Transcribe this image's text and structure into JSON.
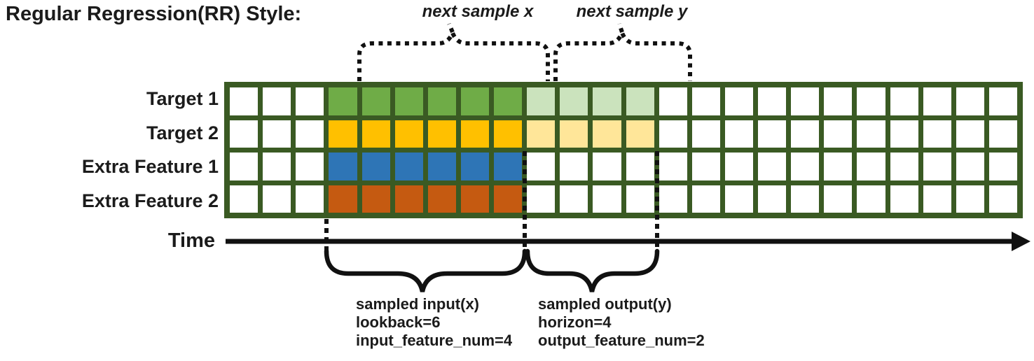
{
  "title": "Regular Regression(RR) Style:",
  "colors": {
    "ink": "#111111",
    "grid_border": "#3A5A23",
    "target1": "#6FAC47",
    "target1_light": "#CBE3BD",
    "target2": "#FFC000",
    "target2_light": "#FFE699",
    "extra1": "#2E75B6",
    "extra2": "#C55A11"
  },
  "grid": {
    "columns": 24,
    "rows": [
      {
        "label": "Target 1",
        "segments": [
          {
            "start": 3,
            "count": 6,
            "color_key": "target1"
          },
          {
            "start": 9,
            "count": 4,
            "color_key": "target1_light"
          }
        ]
      },
      {
        "label": "Target 2",
        "segments": [
          {
            "start": 3,
            "count": 6,
            "color_key": "target2"
          },
          {
            "start": 9,
            "count": 4,
            "color_key": "target2_light"
          }
        ]
      },
      {
        "label": "Extra Feature 1",
        "segments": [
          {
            "start": 3,
            "count": 6,
            "color_key": "extra1"
          }
        ]
      },
      {
        "label": "Extra Feature 2",
        "segments": [
          {
            "start": 3,
            "count": 6,
            "color_key": "extra2"
          }
        ]
      }
    ]
  },
  "annotations": {
    "next_sample_x": "next sample x",
    "next_sample_y": "next sample y",
    "time_label": "Time",
    "input_block": [
      "sampled input(x)",
      "lookback=6",
      "input_feature_num=4"
    ],
    "output_block": [
      "sampled output(y)",
      "horizon=4",
      "output_feature_num=2"
    ]
  }
}
